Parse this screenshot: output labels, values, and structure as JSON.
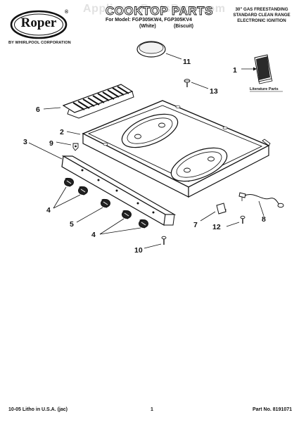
{
  "brand": {
    "name": "Roper",
    "trademark": "®",
    "byline": "BY WHIRLPOOL CORPORATION"
  },
  "watermark": "AppliancePartsPros.com",
  "header": {
    "title": "COOKTOP PARTS",
    "models_line": "For Model: FGP305KW4, FGP305KV4",
    "variant_white": "(White)",
    "variant_biscuit": "(Biscuit)",
    "spec": [
      "30\" GAS FREESTANDING",
      "STANDARD CLEAN RANGE",
      "ELECTRONIC IGNITION"
    ]
  },
  "callouts": {
    "c1": "1",
    "c2": "2",
    "c3": "3",
    "c4a": "4",
    "c4b": "4",
    "c5": "5",
    "c6": "6",
    "c7": "7",
    "c8": "8",
    "c9": "9",
    "c10": "10",
    "c11": "11",
    "c12": "12",
    "c13": "13"
  },
  "literature_label": "Literature Parts",
  "footer": {
    "left": "10-05 Litho in U.S.A. (jac)",
    "page": "1",
    "part": "Part No. 8191071"
  }
}
